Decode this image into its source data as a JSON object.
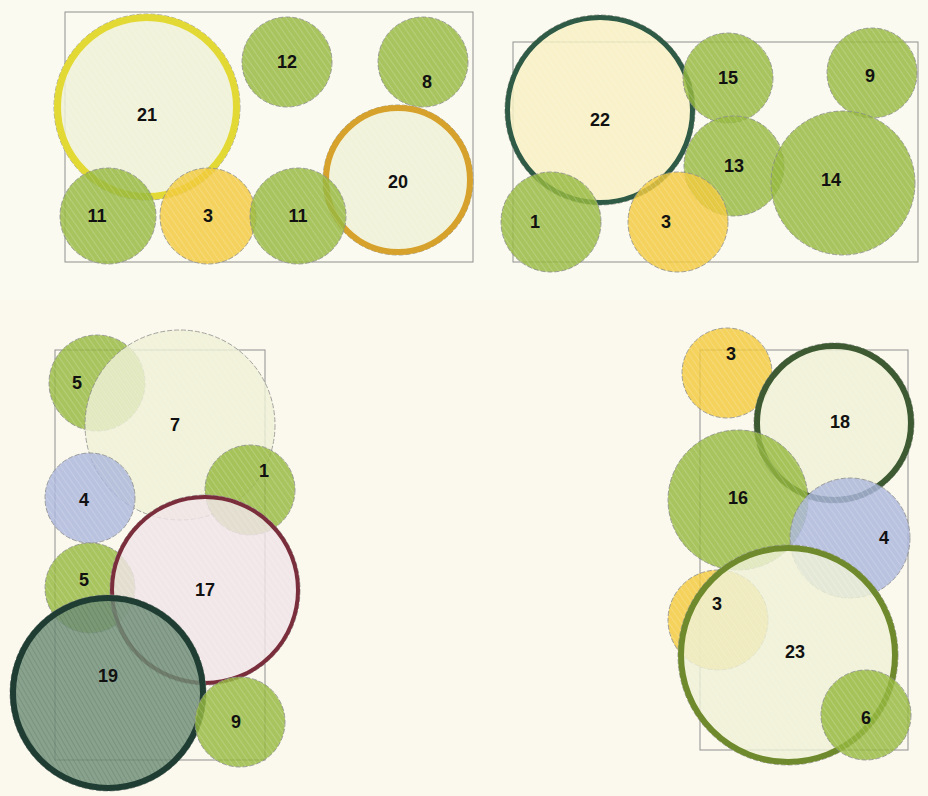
{
  "diagram": {
    "nodes": [
      {
        "text": [
          "21"
        ]
      },
      {
        "text": [
          "12"
        ]
      },
      {
        "text": [
          "8"
        ]
      },
      {
        "text": [
          "20"
        ]
      },
      {
        "text": [
          "11"
        ]
      },
      {
        "text": [
          "3"
        ]
      },
      {
        "text": [
          "11"
        ]
      },
      {
        "text": [
          "22"
        ]
      },
      {
        "text": [
          "15"
        ]
      },
      {
        "text": [
          "9"
        ]
      },
      {
        "text": [
          "13"
        ]
      },
      {
        "text": [
          "14"
        ]
      },
      {
        "text": [
          "1"
        ]
      },
      {
        "text": [
          "3"
        ]
      },
      {
        "text": [
          "5"
        ]
      },
      {
        "text": [
          "7"
        ]
      },
      {
        "text": [
          "4"
        ]
      },
      {
        "text": [
          "1"
        ]
      },
      {
        "text": [
          "5"
        ]
      },
      {
        "text": [
          "17"
        ]
      },
      {
        "text": [
          "19"
        ]
      },
      {
        "text": [
          "9"
        ]
      },
      {
        "text": [
          "3"
        ]
      },
      {
        "text": [
          "18"
        ]
      },
      {
        "text": [
          "16"
        ]
      },
      {
        "text": [
          "4"
        ]
      },
      {
        "text": [
          "3"
        ]
      },
      {
        "text": [
          "23"
        ]
      },
      {
        "text": [
          "6"
        ]
      }
    ]
  }
}
